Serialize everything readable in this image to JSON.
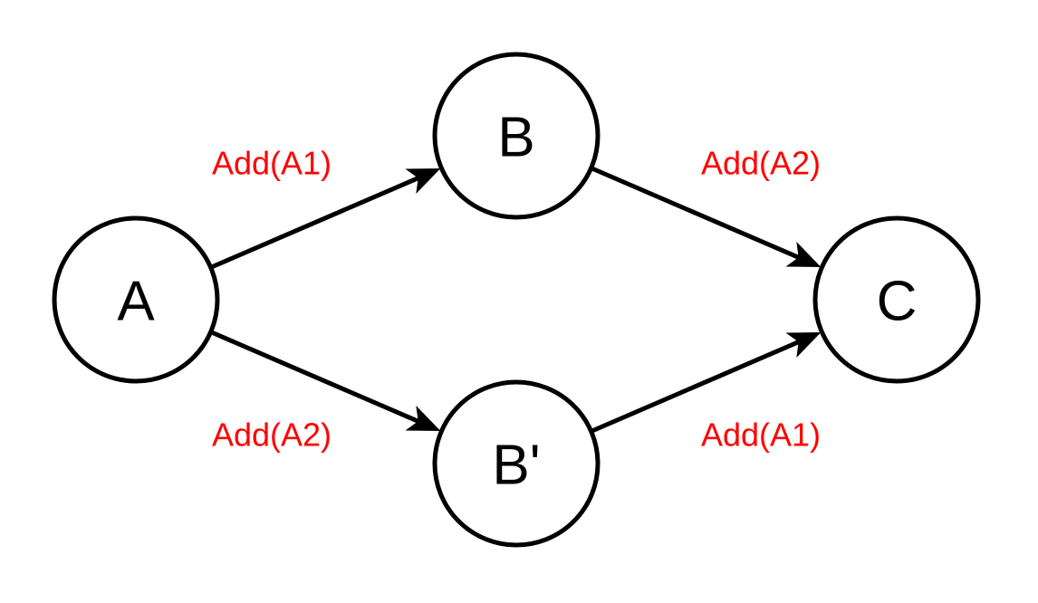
{
  "colors": {
    "node_stroke": "#000000",
    "edge": "#000000",
    "edge_label": "#ff0000"
  },
  "nodes": [
    {
      "id": "A",
      "label": "A"
    },
    {
      "id": "B",
      "label": "B"
    },
    {
      "id": "Bp",
      "label": "B'"
    },
    {
      "id": "C",
      "label": "C"
    }
  ],
  "edges": [
    {
      "from": "A",
      "to": "B",
      "label": "Add(A1)"
    },
    {
      "from": "A",
      "to": "Bp",
      "label": "Add(A2)"
    },
    {
      "from": "B",
      "to": "C",
      "label": "Add(A2)"
    },
    {
      "from": "Bp",
      "to": "C",
      "label": "Add(A1)"
    }
  ]
}
